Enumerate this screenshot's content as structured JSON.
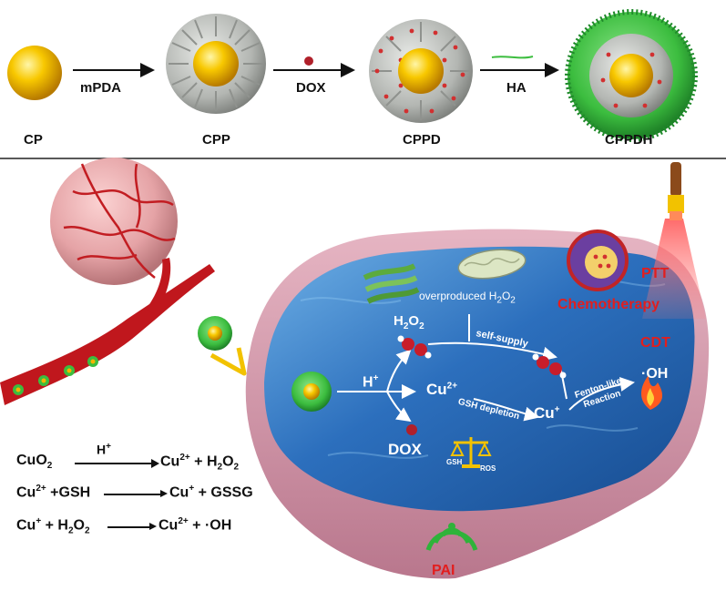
{
  "synthesis": {
    "steps": [
      {
        "name": "CP"
      },
      {
        "name": "CPP",
        "reagent": "mPDA"
      },
      {
        "name": "CPPD",
        "reagent": "DOX"
      },
      {
        "name": "CPPDH",
        "reagent": "HA"
      }
    ]
  },
  "reactions": [
    {
      "left": "CuO",
      "left_sub": "2",
      "over": "H",
      "over_sup": "+",
      "right": "Cu",
      "right_sup": "2+",
      "right_rest": " + H",
      "right_sub": "2",
      "right_tail": "O",
      "right_sub2": "2"
    },
    {
      "left": "Cu",
      "left_sup": "2+",
      "left_rest": " +GSH",
      "right": "Cu",
      "right_sup": "+",
      "right_rest": " + GSSG"
    },
    {
      "left": "Cu",
      "left_sup": "+",
      "left_rest": " + H",
      "left_sub": "2",
      "left_tail": "O",
      "left_sub2": "2",
      "right": "Cu",
      "right_sup": "2+",
      "right_rest": " + ·OH"
    }
  ],
  "cell": {
    "overproduced": "overproduced H",
    "overproduced_sub": "2",
    "overproduced_tail": "O",
    "overproduced_sub2": "2",
    "h2o2": "H",
    "h2o2_sub": "2",
    "h2o2_tail": "O",
    "h2o2_sub2": "2",
    "self_supply": "self-supply",
    "hplus": "H",
    "hplus_sup": "+",
    "cu2": "Cu",
    "cu2_sup": "2+",
    "gsh_depletion": "GSH depletion",
    "cu1": "Cu",
    "cu1_sup": "+",
    "fenton1": "Fenton-like",
    "fenton2": "Reaction",
    "oh": "·OH",
    "dox": "DOX",
    "gsh_small": "GSH",
    "ros_small": "ROS",
    "ptt": "PTT",
    "chemo": "Chemotherapy",
    "cdt": "CDT",
    "pai": "PAI"
  },
  "colors": {
    "gold": "#f4b400",
    "shell": "#b9bcb8",
    "ha_green": "#2fae3a",
    "water": "#2f6fb7",
    "tissue": "#d89fb0",
    "vessel": "#c0171d",
    "label_red": "#e21e1e"
  }
}
